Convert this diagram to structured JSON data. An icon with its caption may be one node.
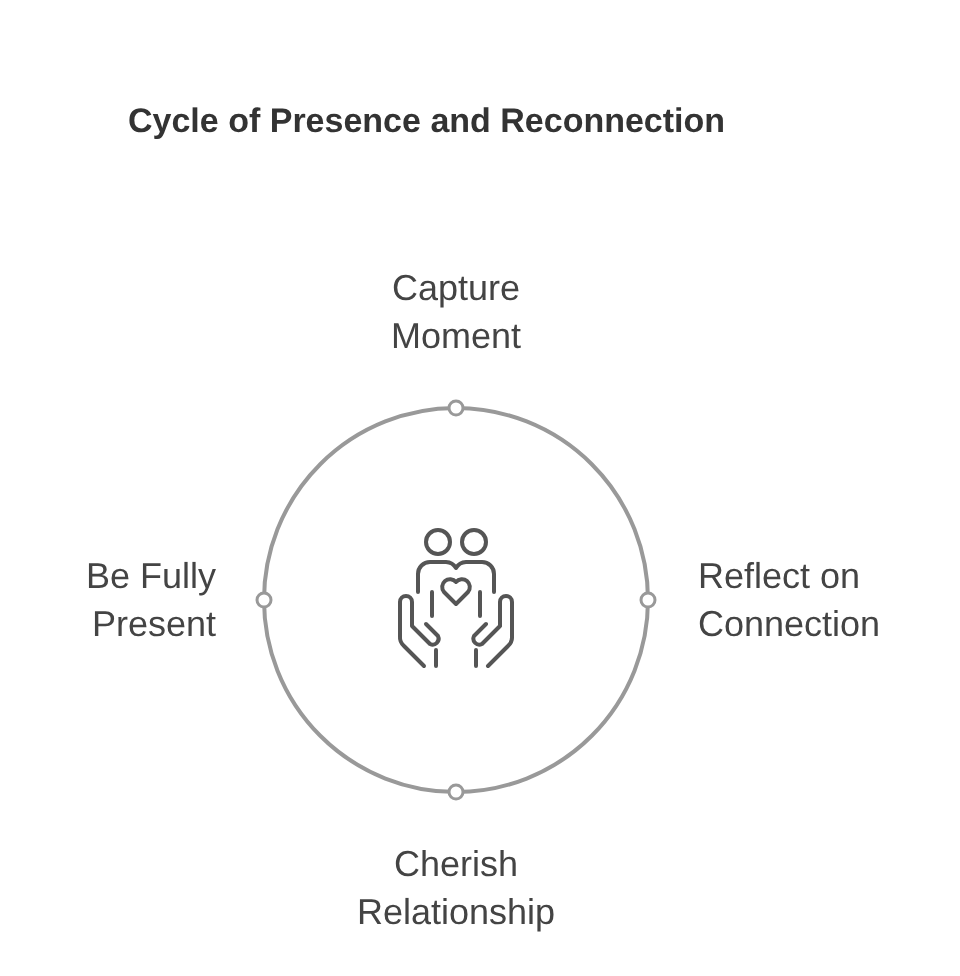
{
  "diagram": {
    "title": "Cycle of Presence and Reconnection",
    "labels": [
      "Capture Moment",
      "Be Fully Present",
      "Reflect on Connection",
      "Cherish Relationship"
    ]
  }
}
